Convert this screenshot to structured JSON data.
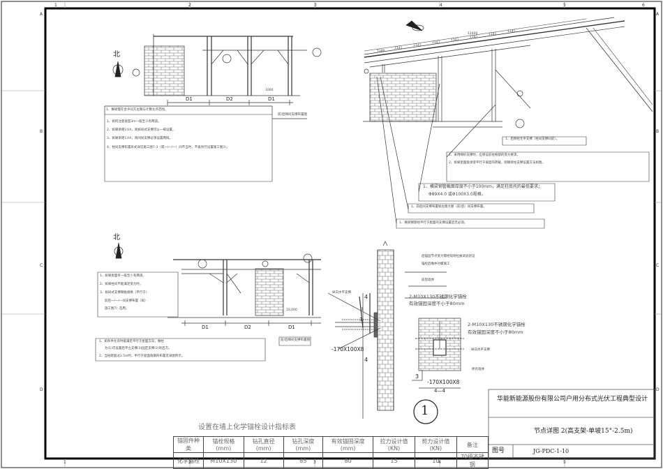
{
  "frame": {
    "col_labels": [
      "1",
      "2",
      "3",
      "4",
      "5",
      "6"
    ],
    "row_labels": [
      "A",
      "B",
      "C",
      "D"
    ]
  },
  "compass": {
    "north_label": "北"
  },
  "dims": {
    "d1": "D1",
    "d2": "D2",
    "d3": "D1",
    "plan_right": "1000",
    "plan_left_small": "10,000"
  },
  "detail_a": {
    "notes": [
      "1、横梁需在合乎间方主钢与计算允许范围。",
      "1、如何注意宽度3m一般至少有两道。",
      "2、如果梁距1②A，则如间式支撑可以一排设置。",
      "3、如果梁距1③A，则间间支撑必须设置两排。",
      "4、柱间支撑布置形式详见施工图7-3（或一/一/一）间不当时，不再另行设置施工图3）。"
    ],
    "sub_caption": "前/后梯间支撑布置图"
  },
  "detail_b": {
    "dim_top": "12400",
    "dim_row": [
      "1180",
      "1141",
      "1141",
      "1141",
      "1141",
      "1141",
      "1141",
      "1141"
    ],
    "notes": [
      "1、后侧柱无平支撑（柱间支撑同前）。",
      "1、采用梯形支撑时，应保证前柱根部的受力要求。",
      "2、如果屋面能承受平行于坡度的荷载，则钢梁柱支撑设置方法如图。",
      "1、横梁钢管截面厚度不小于100mm，满足柱底托的最低要求；",
      "Φ89X4.0 或Φ100X3.0规格。",
      "1、前后间支撑布置如左图大图（前/后）间支撑布置。",
      "1、横梁钢管柱平行于屋面的支撑设置后无必须。"
    ]
  },
  "detail_c": {
    "notes": [
      "1、如果屋面有一般至少有两道。",
      "2、如果柱间不能满足受力时，",
      "3、如间式支撑钢板规格（平行于）",
      "前后一/一/一间支撑布置（如）",
      "施工图7）选用。",
      "1、如条件允许时能满足平行于屋面方向，做柱",
      "为(1)可设置后平立支撑(3)固定支撑(2)的后方。",
      "2、当柱距超过2.5m时，平行于屋面角钢的布置见详图所示。"
    ],
    "sub_caption": "前/后梯间支撑布置图",
    "dim_mid": "10,000"
  },
  "detail_d": {
    "title_note_1": "后锚固节点受力需经现场拉拔试验验证",
    "title_note_2": "锚栓后做并对螺施工",
    "callout_top": "前后墙体",
    "bolt_spec": "2-M10X130不锈钢化学锚栓",
    "bolt_note": "有效锚固深度不小于80mm",
    "bolt_spec_2": "2-M10X130不锈钢化学锚栓",
    "bolt_note_2": "有效锚固深度不小于80mm",
    "lbl_brace": "纵向水平支撑",
    "lbl_brace_2": "纵向水平支撑",
    "lbl_wall": "原有墙体",
    "plate": "-170X100X8",
    "plate_2": "-170X100X8",
    "marker_4": "4",
    "section": "4—4",
    "num_3": "3",
    "num_3b": "3"
  },
  "center_tag": "1",
  "title_block": {
    "company": "华能新能源股份有限公司户用分布式光伏工程典型设计",
    "drawing_name": "节点详图 2(高支架-单坡15°-2.5m)",
    "no_label": "图号",
    "no_value": "JG-PDC-1-10"
  },
  "bolt_table": {
    "title": "设置在墙上化学锚栓设计指标表",
    "headers": [
      "锚固件种类",
      "锚栓规格(mm)",
      "钻孔直径(mm)",
      "钻孔深度(mm)",
      "有效锚固深度(mm)",
      "拉力设计值(KN)",
      "剪力设计值(KN)",
      "备注"
    ],
    "row": [
      "化学锚栓",
      "M10X130",
      "12",
      "85",
      "80",
      "15",
      "10",
      "70级不锈钢"
    ]
  }
}
